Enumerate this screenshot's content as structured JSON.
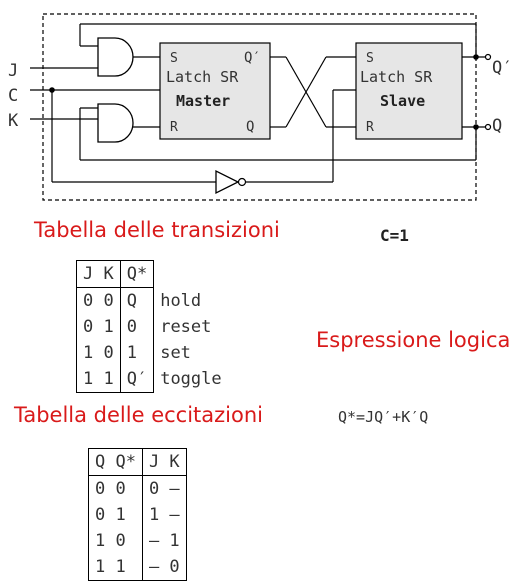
{
  "circuit": {
    "inputs": {
      "j": "J",
      "c": "C",
      "k": "K"
    },
    "outputs": {
      "q_not": "Q′",
      "q": "Q"
    },
    "master": {
      "s": "S",
      "r": "R",
      "qn": "Q′",
      "q": "Q",
      "type": "Latch SR",
      "name": "Master"
    },
    "slave": {
      "s": "S",
      "r": "R",
      "type": "Latch SR",
      "name": "Slave"
    }
  },
  "transitions": {
    "title": "Tabella delle transizioni",
    "condition": "C=1",
    "headers": {
      "jk": "J K",
      "q": "Q*"
    },
    "rows": [
      {
        "jk": "0 0",
        "q": "Q",
        "label": "hold"
      },
      {
        "jk": "0 1",
        "q": "0",
        "label": "reset"
      },
      {
        "jk": "1 0",
        "q": "1",
        "label": "set"
      },
      {
        "jk": "1 1",
        "q": "Q′",
        "label": "toggle"
      }
    ]
  },
  "logic_expression": {
    "title": "Espressione logica",
    "formula": "Q*=JQ′+K′Q"
  },
  "excitations": {
    "title": "Tabella delle eccitazioni",
    "headers": {
      "q": "Q Q*",
      "jk": "J K"
    },
    "rows": [
      {
        "q": "0 0",
        "jk": "0 –"
      },
      {
        "q": "0 1",
        "jk": "1 –"
      },
      {
        "q": "1 0",
        "jk": "– 1"
      },
      {
        "q": "1 1",
        "jk": "– 0"
      }
    ]
  },
  "colors": {
    "title_red": "#d91a1a",
    "box_fill": "#e6e6e6",
    "line": "#000000"
  }
}
